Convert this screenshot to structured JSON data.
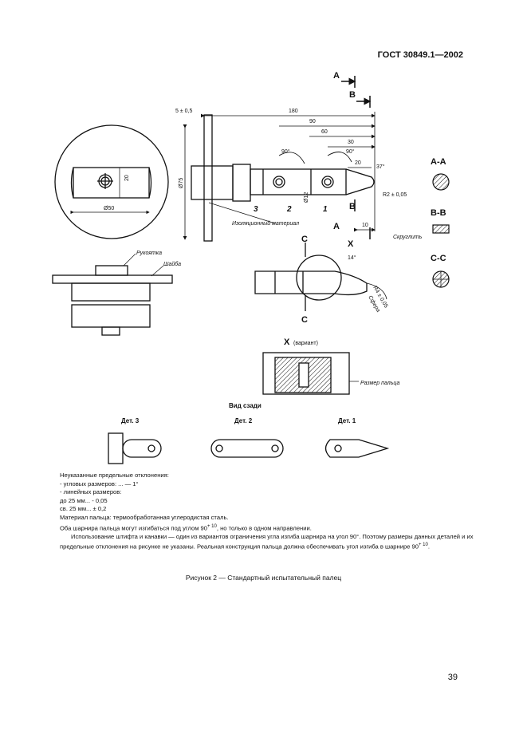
{
  "header": {
    "standard": "ГОСТ 30849.1—2002"
  },
  "drawing": {
    "section_labels": {
      "a": "A",
      "b": "B",
      "c": "C",
      "x": "X"
    },
    "section_views": {
      "aa": "A-A",
      "bb": "B-B",
      "cc": "C-C"
    },
    "dimensions": {
      "d180": "180",
      "d90": "90",
      "d60": "60",
      "d30": "30",
      "d20": "20",
      "d10": "10",
      "t5": "5 ± 0,5",
      "a90_1": "90°",
      "a90_2": "90°",
      "a37": "37°",
      "a14": "14°",
      "dia75": "Ø75",
      "dia50": "Ø50",
      "dia12": "Ø12",
      "d20v": "20",
      "r2": "R2 ± 0,05",
      "r4": "R4 ± 0,05"
    },
    "parts_numbers": {
      "p1": "1",
      "p2": "2",
      "p3": "3"
    },
    "labels": {
      "insulation": "Изоляционный материал",
      "handle": "Рукоятка",
      "washer": "Шайба",
      "rounded": "Скруглить",
      "sphere": "Сфера",
      "x_variant_letter": "X",
      "x_variant_note": "(вариант)",
      "finger_size": "Размер пальца",
      "side_view": "Вид сзади",
      "det3": "Дет. 3",
      "det2": "Дет. 2",
      "det1": "Дет. 1"
    }
  },
  "notes": {
    "line1": "Неуказанные предельные отклонения:",
    "line2": "- угловых размеров: ... — 1°",
    "line3": "- линейных размеров:",
    "line4": "до 25 мм... - 0,05",
    "line5": "св. 25 мм... ± 0,2",
    "line6": "Материал пальца: термообработанная углеродистая сталь.",
    "line7_a": "Оба шарнира пальца могут изгибаться под углом 90",
    "line7_sup": "+ 10",
    "line7_b": ", но только в одном направлении.",
    "para_a": "Использование штифта и канавки — один из вариантов ограничения угла изгиба шарнира на угол 90°. Поэтому размеры данных деталей и их предельные отклонения на рисунке не указаны. Реальная конструкция пальца должна обеспечивать угол изгиба в шарнире 90",
    "para_sup": "+ 10",
    "para_b": "."
  },
  "caption": "Рисунок 2 — Стандартный испытательный палец",
  "page_number": "39"
}
